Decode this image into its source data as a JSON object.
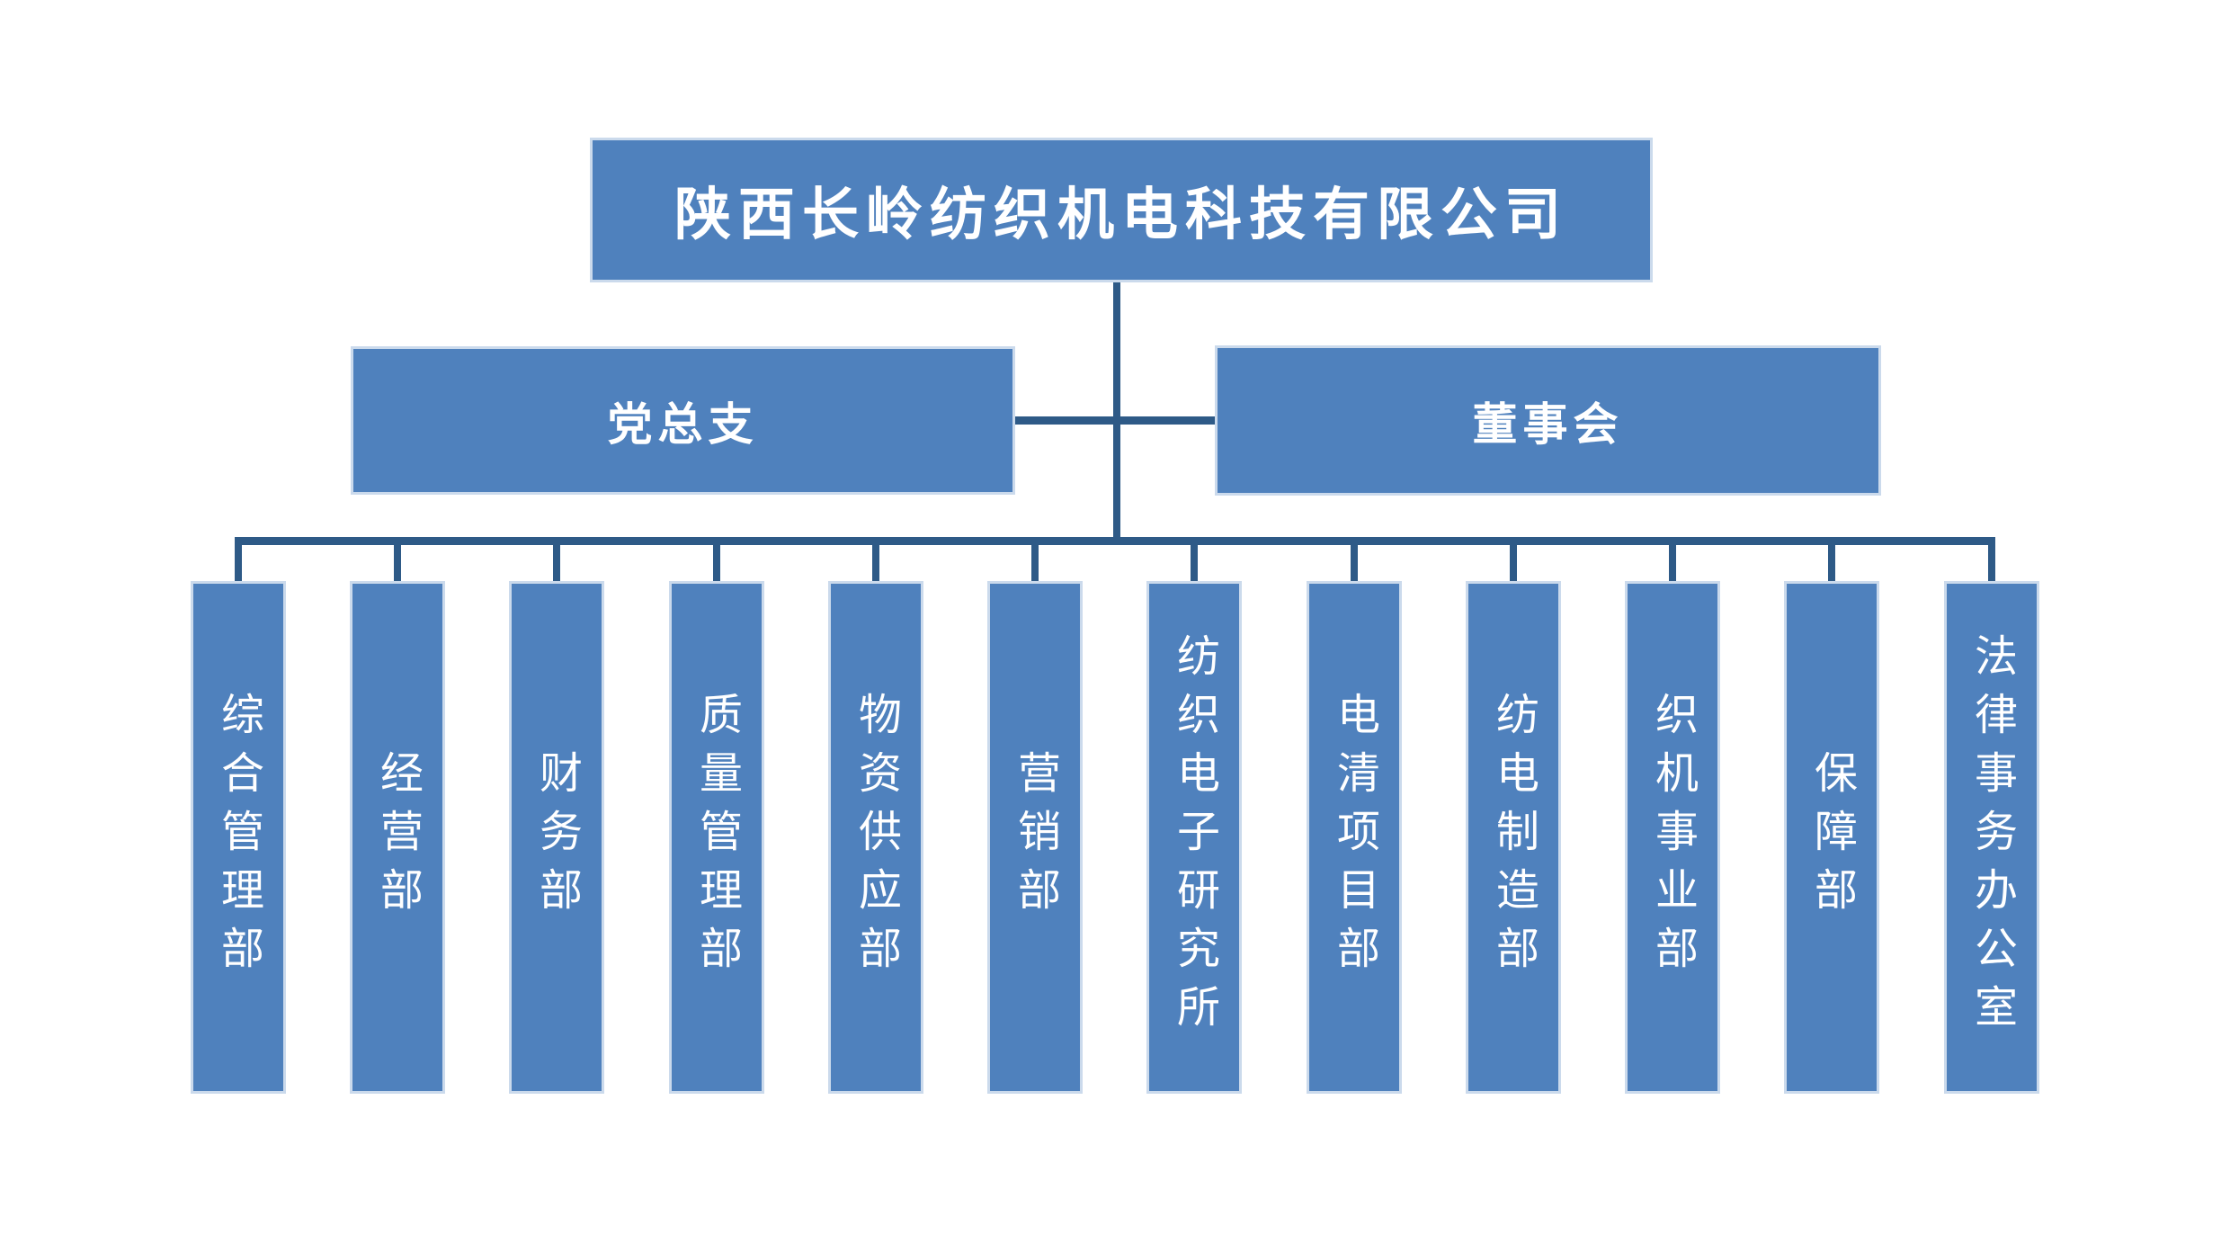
{
  "org": {
    "root": {
      "label": "陕西长岭纺织机电科技有限公司"
    },
    "level2": [
      {
        "label": "党总支"
      },
      {
        "label": "董事会"
      }
    ],
    "departments": [
      {
        "label": "综合管理部"
      },
      {
        "label": "经营部"
      },
      {
        "label": "财务部"
      },
      {
        "label": "质量管理部"
      },
      {
        "label": "物资供应部"
      },
      {
        "label": "营销部"
      },
      {
        "label": "纺织电子研究所"
      },
      {
        "label": "电清项目部"
      },
      {
        "label": "纺电制造部"
      },
      {
        "label": "织机事业部"
      },
      {
        "label": "保障部"
      },
      {
        "label": "法律事务办公室"
      }
    ],
    "colors": {
      "box_fill": "#4F81BD",
      "box_border": "#CBDAEC",
      "connector": "#2E5A87",
      "text": "#FFFFFF",
      "background": "#FFFFFF"
    }
  }
}
